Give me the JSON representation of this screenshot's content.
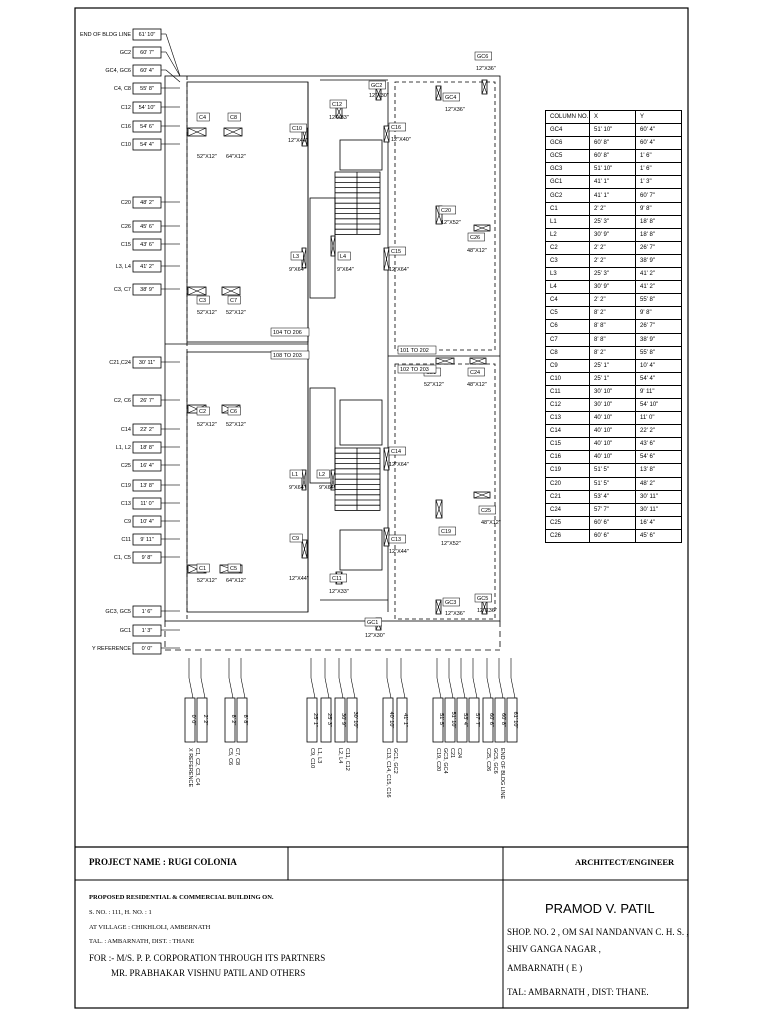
{
  "left_levels": [
    {
      "label": "END OF BLDG LINE",
      "value": "61' 10\""
    },
    {
      "label": "GC2",
      "value": "60' 7\""
    },
    {
      "label": "GC4, GC6",
      "value": "60' 4\""
    },
    {
      "label": "C4, C8",
      "value": "55' 8\""
    },
    {
      "label": "C12",
      "value": "54' 10\""
    },
    {
      "label": "C16",
      "value": "54' 6\""
    },
    {
      "label": "C10",
      "value": "54' 4\""
    },
    {
      "label": "C20",
      "value": "48' 2\""
    },
    {
      "label": "C26",
      "value": "45' 6\""
    },
    {
      "label": "C15",
      "value": "43' 6\""
    },
    {
      "label": "L3, L4",
      "value": "41' 2\""
    },
    {
      "label": "C3, C7",
      "value": "38' 9\""
    },
    {
      "label": "C21,C24",
      "value": "30' 11\""
    },
    {
      "label": "C2, C6",
      "value": "26' 7\""
    },
    {
      "label": "C14",
      "value": "22' 2\""
    },
    {
      "label": "L1, L2",
      "value": "18' 8\""
    },
    {
      "label": "C25",
      "value": "16' 4\""
    },
    {
      "label": "C19",
      "value": "13' 8\""
    },
    {
      "label": "C13",
      "value": "11' 0\""
    },
    {
      "label": "C9",
      "value": "10' 4\""
    },
    {
      "label": "C11",
      "value": "9' 11\""
    },
    {
      "label": "C1, C5",
      "value": "9' 8\""
    },
    {
      "label": "GC3, GC5",
      "value": "1' 6\""
    },
    {
      "label": "GC1",
      "value": "1' 3\""
    },
    {
      "label": "Y REFERENCE",
      "value": "0' 0\""
    }
  ],
  "bottom_groups": [
    {
      "values": [
        "0' 0\"",
        "2' 2\""
      ],
      "labels": [
        "X REFERENCE",
        "C1, C2, C3, C4"
      ]
    },
    {
      "values": [
        "8' 2\"",
        "8' 8\""
      ],
      "labels": [
        "C5, C6",
        "C7, C8"
      ]
    },
    {
      "values": [
        "25' 1\"",
        "25' 3\""
      ],
      "labels": [
        "C9, C10",
        "L1, L3"
      ]
    },
    {
      "values": [
        "30' 9\"",
        "30' 10\""
      ],
      "labels": [
        "L2, L4",
        "C11, C12"
      ]
    },
    {
      "values": [
        "40' 10\"",
        "41' 1\""
      ],
      "labels": [
        "C13, C14, C15, C16",
        "GC1, GC2"
      ]
    },
    {
      "values": [
        "51' 5\"",
        "51' 10\"",
        "53' 4\"",
        "57' 7\""
      ],
      "labels": [
        "C19, C20",
        "GC3, GC4",
        "C21",
        "C24"
      ]
    },
    {
      "values": [
        "60' 6\"",
        "60' 8\"",
        "61' 10\""
      ],
      "labels": [
        "C25, C26",
        "GC5, GC6",
        "END OF BLDG LINE"
      ]
    }
  ],
  "plan_labels": {
    "upper_left": [
      {
        "id": "C4",
        "size": "52\"X12\""
      },
      {
        "id": "C8",
        "size": "64\"X12\""
      },
      {
        "id": "C3",
        "size": "52\"X12\""
      },
      {
        "id": "C7",
        "size": "52\"X12\""
      },
      {
        "id": "C10",
        "size": "12\"X44\""
      },
      {
        "id": "L3",
        "size": "9\"X64\""
      },
      {
        "id": "C12",
        "size": "12\"X33\""
      },
      {
        "id": "L4",
        "size": "9\"X64\""
      }
    ],
    "lower_left": [
      {
        "id": "C2",
        "size": "52\"X12\""
      },
      {
        "id": "C6",
        "size": "52\"X12\""
      },
      {
        "id": "C1",
        "size": "52\"X12\""
      },
      {
        "id": "C5",
        "size": "64\"X12\""
      },
      {
        "id": "L1",
        "size": "9\"X64\""
      },
      {
        "id": "L2",
        "size": "9\"X64\""
      },
      {
        "id": "C9",
        "size": "12\"X44\""
      },
      {
        "id": "C11",
        "size": "12\"X33\""
      }
    ],
    "right": [
      {
        "id": "GC2",
        "size": "12\"X30\""
      },
      {
        "id": "GC6",
        "size": "12\"X36\""
      },
      {
        "id": "GC4",
        "size": "12\"X36\""
      },
      {
        "id": "C16",
        "size": "12\"X40\""
      },
      {
        "id": "C20",
        "size": "12\"X52\""
      },
      {
        "id": "C26",
        "size": "48\"X12\""
      },
      {
        "id": "C15",
        "size": "12\"X64\""
      },
      {
        "id": "C21",
        "size": "52\"X12\""
      },
      {
        "id": "C24",
        "size": "48\"X12\""
      },
      {
        "id": "C14",
        "size": "12\"X64\""
      },
      {
        "id": "C25",
        "size": "48\"X12\""
      },
      {
        "id": "C19",
        "size": "12\"X52\""
      },
      {
        "id": "C13",
        "size": "12\"X44\""
      },
      {
        "id": "GC3",
        "size": "12\"X36\""
      },
      {
        "id": "GC5",
        "size": "12\"X36\""
      },
      {
        "id": "GC1",
        "size": "12\"X30\""
      }
    ],
    "level_tags": [
      "104 TO 206",
      "108 TO 203",
      "101 TO 202",
      "102 TO 203"
    ]
  },
  "table": {
    "headers": [
      "COLUMN NO.",
      "X",
      "Y"
    ],
    "rows": [
      [
        "GC4",
        "51' 10\"",
        "60' 4\""
      ],
      [
        "GC6",
        "60' 8\"",
        "60' 4\""
      ],
      [
        "GC5",
        "60' 8\"",
        "1' 6\""
      ],
      [
        "GC3",
        "51' 10\"",
        "1' 6\""
      ],
      [
        "GC1",
        "41' 1\"",
        "1' 3\""
      ],
      [
        "GC2",
        "41' 1\"",
        "60' 7\""
      ],
      [
        "C1",
        "2' 2\"",
        "9' 8\""
      ],
      [
        "L1",
        "25' 3\"",
        "18' 8\""
      ],
      [
        "L2",
        "30' 9\"",
        "18' 8\""
      ],
      [
        "C2",
        "2' 2\"",
        "26' 7\""
      ],
      [
        "C3",
        "2' 2\"",
        "38' 9\""
      ],
      [
        "L3",
        "25' 3\"",
        "41' 2\""
      ],
      [
        "L4",
        "30' 9\"",
        "41' 2\""
      ],
      [
        "C4",
        "2' 2\"",
        "55' 8\""
      ],
      [
        "C5",
        "8' 2\"",
        "9' 8\""
      ],
      [
        "C6",
        "8' 8\"",
        "26' 7\""
      ],
      [
        "C7",
        "8' 8\"",
        "38' 9\""
      ],
      [
        "C8",
        "8' 2\"",
        "55' 8\""
      ],
      [
        "C9",
        "25' 1\"",
        "10' 4\""
      ],
      [
        "C10",
        "25' 1\"",
        "54' 4\""
      ],
      [
        "C11",
        "30' 10\"",
        "9' 11\""
      ],
      [
        "C12",
        "30' 10\"",
        "54' 10\""
      ],
      [
        "C13",
        "40' 10\"",
        "11' 0\""
      ],
      [
        "C14",
        "40' 10\"",
        "22' 2\""
      ],
      [
        "C15",
        "40' 10\"",
        "43' 6\""
      ],
      [
        "C16",
        "40' 10\"",
        "54' 6\""
      ],
      [
        "C19",
        "51' 5\"",
        "13' 8\""
      ],
      [
        "C20",
        "51' 5\"",
        "48' 2\""
      ],
      [
        "C21",
        "53' 4\"",
        "30' 11\""
      ],
      [
        "C24",
        "57' 7\"",
        "30' 11\""
      ],
      [
        "C25",
        "60' 6\"",
        "16' 4\""
      ],
      [
        "C26",
        "60' 6\"",
        "45' 6\""
      ]
    ]
  },
  "title_block": {
    "project": "PROJECT NAME : RUGI COLONIA",
    "architect_heading": "ARCHITECT/ENGINEER",
    "proposal": "PROPOSED RESIDENTIAL & COMMERCIAL BUILDING ON.",
    "survey": "S. NO. :  111, H. NO. : 1",
    "village": "AT VILLAGE :  CHIKHLOLI, AMBERNATH",
    "taluka": "TAL. :  AMBARNATH, DIST. :  THANE",
    "for_line": "FOR :- M/S. P. P. CORPORATION THROUGH ITS PARTNERS",
    "partners": "MR. PRABHAKAR VISHNU PATIL AND OTHERS",
    "architect_name": "PRAMOD  V.  PATIL",
    "address1": "SHOP. NO. 2 , OM SAI NANDANVAN C. H. S. ,",
    "address2": "SHIV GANGA NAGAR ,",
    "address3": "AMBARNATH ( E )",
    "address4": "TAL: AMBARNATH , DIST: THANE."
  }
}
